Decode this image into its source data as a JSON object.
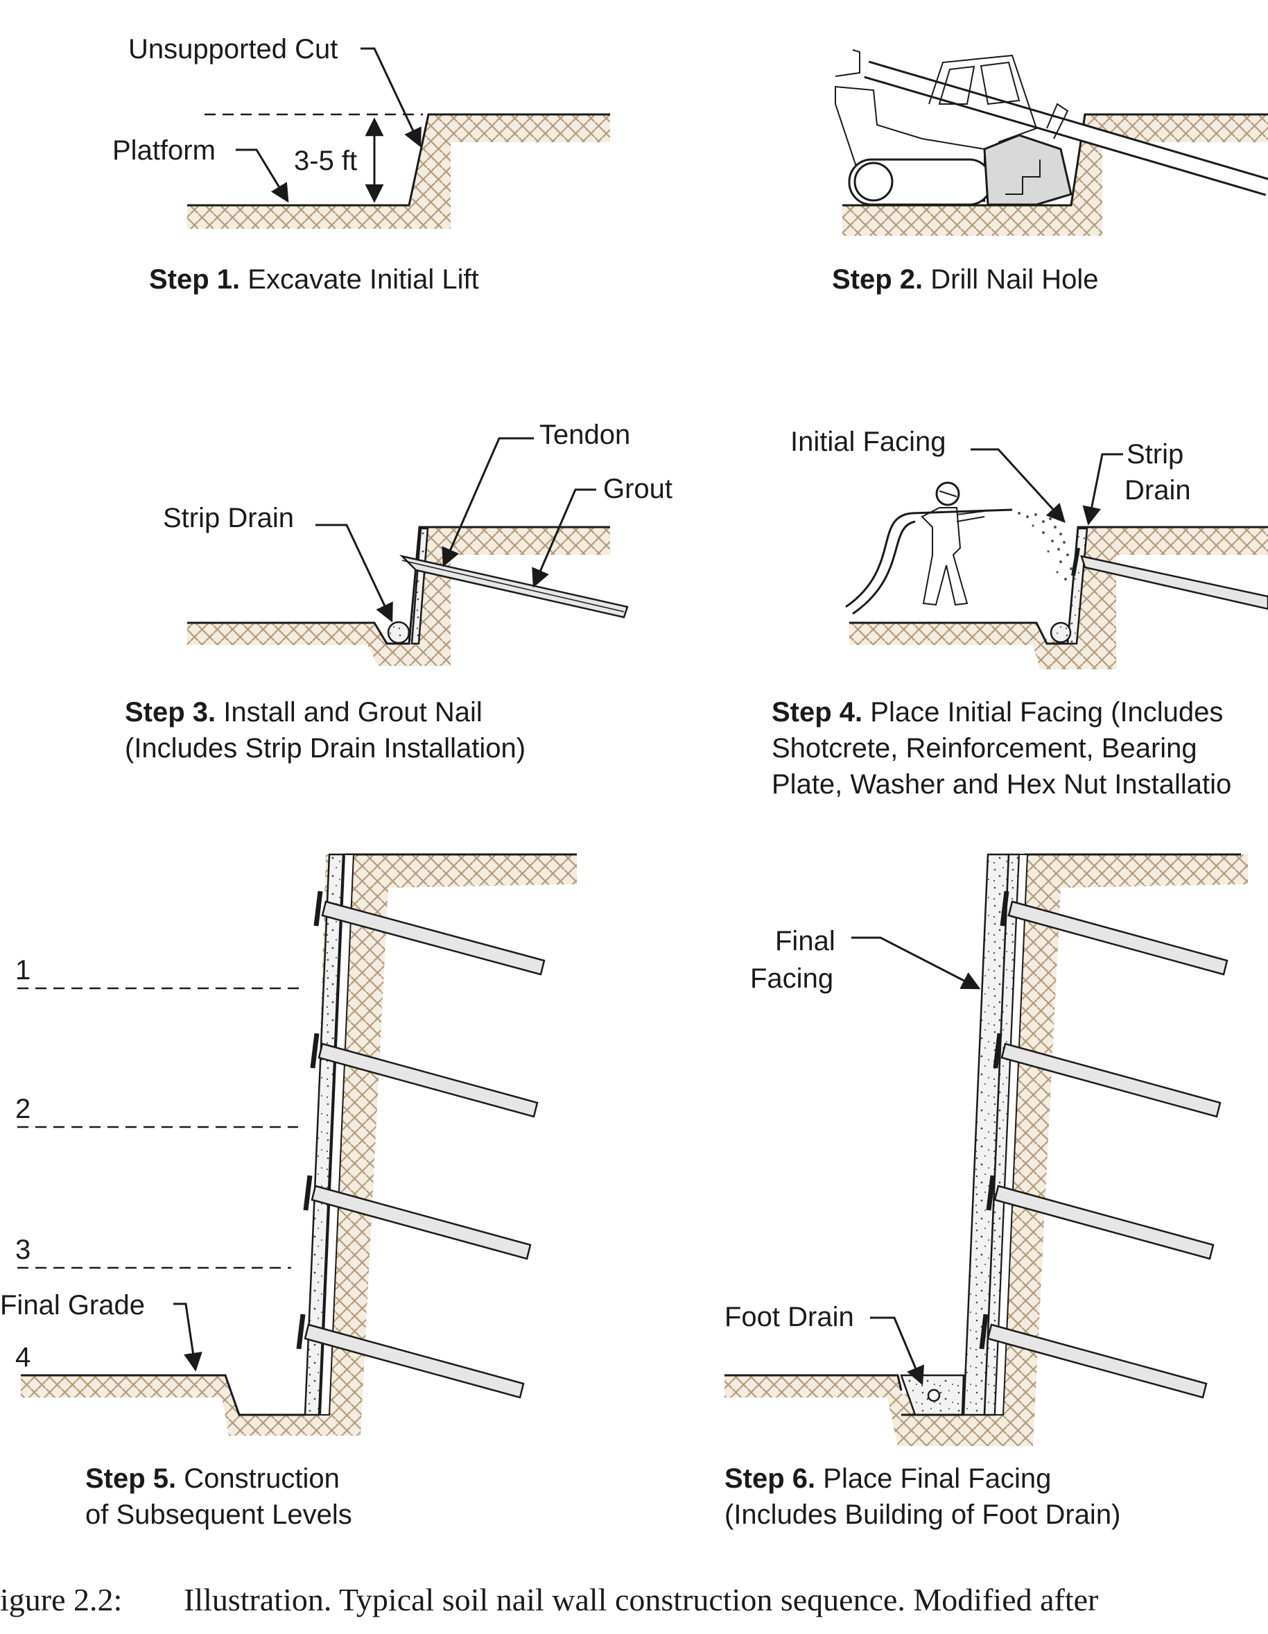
{
  "step1": {
    "step": "Step 1.",
    "desc": "Excavate Initial Lift",
    "unsupported_cut": "Unsupported Cut",
    "platform": "Platform",
    "height": "3-5 ft"
  },
  "step2": {
    "step": "Step 2.",
    "desc": "Drill Nail Hole"
  },
  "step3": {
    "step": "Step 3.",
    "desc": "Install and Grout Nail",
    "desc2": "(Includes Strip Drain Installation)",
    "tendon": "Tendon",
    "grout": "Grout",
    "strip_drain": "Strip Drain"
  },
  "step4": {
    "step": "Step 4.",
    "desc": "Place Initial Facing (Includes",
    "desc2": "Shotcrete, Reinforcement, Bearing",
    "desc3": "Plate, Washer and Hex Nut Installatio",
    "initial_facing": "Initial Facing",
    "strip": "Strip",
    "drain": "Drain"
  },
  "step5": {
    "step": "Step 5.",
    "desc": "Construction",
    "desc2": "of Subsequent Levels",
    "levels": [
      "1",
      "2",
      "3",
      "4"
    ],
    "final_grade": "Final Grade"
  },
  "step6": {
    "step": "Step 6.",
    "desc": "Place Final Facing",
    "desc2": "(Includes Building of Foot Drain)",
    "final": "Final",
    "facing": "Facing",
    "foot_drain": "Foot Drain"
  },
  "caption": {
    "label": "igure 2.2:",
    "text": "Illustration.  Typical soil nail wall construction sequence.  Modified after"
  }
}
